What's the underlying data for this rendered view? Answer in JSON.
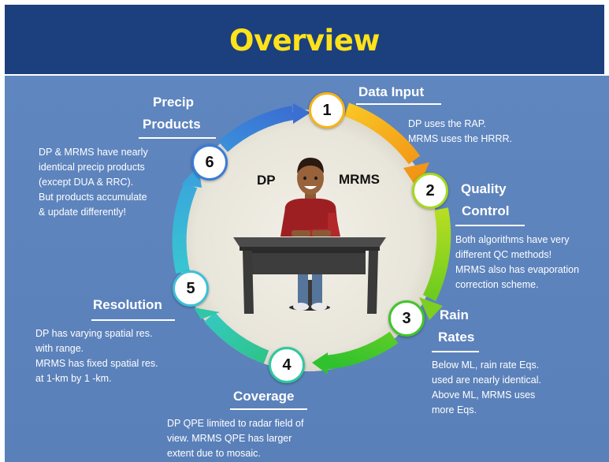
{
  "title": "Overview",
  "center": {
    "left_label": "DP",
    "right_label": "MRMS"
  },
  "steps": [
    {
      "number": "1",
      "heading": [
        "Data Input"
      ],
      "body": [
        "DP uses the RAP.",
        "MRMS uses the HRRR."
      ]
    },
    {
      "number": "2",
      "heading": [
        "Quality",
        "Control"
      ],
      "body": [
        "Both algorithms have very",
        "different QC methods!",
        "MRMS also has evaporation",
        "correction scheme."
      ]
    },
    {
      "number": "3",
      "heading": [
        "Rain",
        "Rates"
      ],
      "body": [
        "Below ML, rain rate Eqs.",
        "used are nearly identical.",
        "Above ML, MRMS uses",
        "more Eqs."
      ]
    },
    {
      "number": "4",
      "heading": [
        "Coverage"
      ],
      "body": [
        "DP QPE limited to radar field of",
        "view. MRMS QPE has larger",
        "extent due to mosaic."
      ]
    },
    {
      "number": "5",
      "heading": [
        "Resolution"
      ],
      "body": [
        "DP has varying spatial res.",
        "with range.",
        "MRMS has fixed spatial res.",
        "at 1-km by 1 -km."
      ]
    },
    {
      "number": "6",
      "heading": [
        "Precip",
        "Products"
      ],
      "body": [
        "DP & MRMS have nearly",
        "identical precip products",
        "(except DUA & RRC).",
        "But products accumulate",
        "& update differently!"
      ]
    }
  ],
  "colors": {
    "title_bar": "#1c3f7e",
    "title_text": "#ffe21a",
    "panel": "#5c83bc",
    "center_circle": "#ece9df",
    "arrow_1_2": "#f7a81b",
    "arrow_2_3": "#8fd21f",
    "arrow_3_4": "#3ec52b",
    "arrow_4_5": "#2fc9a4",
    "arrow_5_6": "#3cc0d8",
    "arrow_6_1": "#3c78d6"
  },
  "icons": {
    "presenter": "person-at-desk-icon"
  }
}
